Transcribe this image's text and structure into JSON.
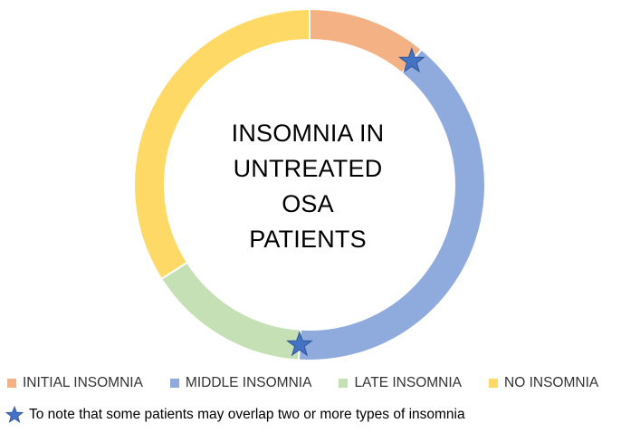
{
  "chart_data": {
    "type": "pie",
    "style": "donut",
    "title_lines": [
      "INSOMNIA IN",
      "UNTREATED",
      "OSA",
      "PATIENTS"
    ],
    "categories": [
      "INITIAL INSOMNIA",
      "MIDDLE INSOMNIA",
      "LATE INSOMNIA",
      "NO INSOMNIA"
    ],
    "values": [
      11,
      40,
      15,
      34
    ],
    "colors": [
      "#F4B183",
      "#8FAADC",
      "#C5E0B4",
      "#FFD966"
    ],
    "legend_position": "bottom",
    "star_markers": [
      "between INITIAL INSOMNIA and MIDDLE INSOMNIA",
      "between MIDDLE INSOMNIA and LATE INSOMNIA"
    ],
    "star_color": "#4472C4",
    "note": "To note that some patients may overlap two or more types of insomnia"
  }
}
